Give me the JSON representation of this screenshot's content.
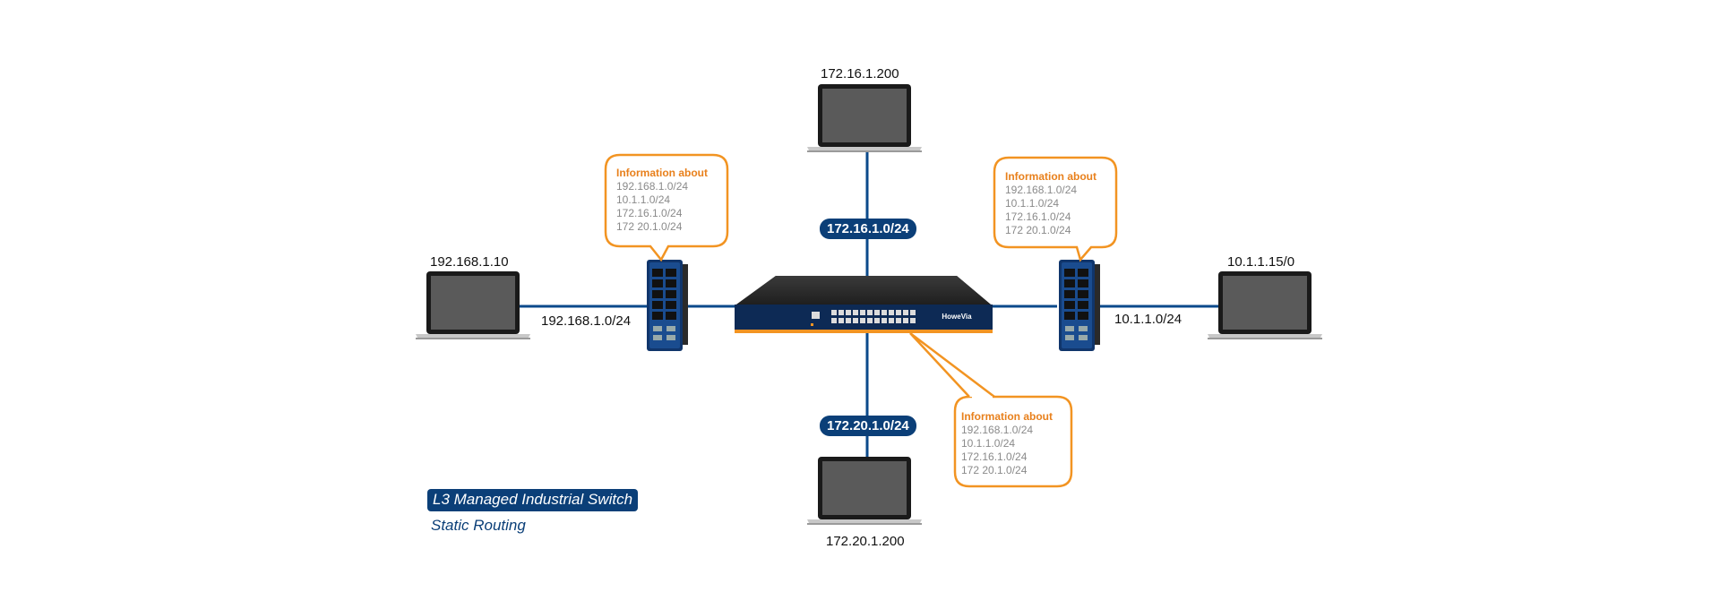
{
  "hosts": {
    "top": "172.16.1.200",
    "left": "192.168.1.10",
    "right": "10.1.1.15/0",
    "bottom": "172.20.1.200"
  },
  "subnets": {
    "top": "172.16.1.0/24",
    "left": "192.168.1.0/24",
    "right": "10.1.1.0/24",
    "bottom": "172.20.1.0/24"
  },
  "bubbles": {
    "left": {
      "title": "Information about",
      "lines": [
        "192.168.1.0/24",
        "10.1.1.0/24",
        "172.16.1.0/24",
        "172 20.1.0/24"
      ]
    },
    "right": {
      "title": "Information about",
      "lines": [
        "192.168.1.0/24",
        "10.1.1.0/24",
        "172.16.1.0/24",
        "172 20.1.0/24"
      ]
    },
    "center": {
      "title": "Information about",
      "lines": [
        "192.168.1.0/24",
        "10.1.1.0/24",
        "172.16.1.0/24",
        "172 20.1.0/24"
      ]
    }
  },
  "switch_brand": "HoweVia",
  "caption": {
    "title": "L3 Managed Industrial Switch",
    "subtitle": "Static Routing"
  },
  "colors": {
    "link": "#0b4a8b",
    "accent": "#f29422",
    "navy": "#0b3f78"
  }
}
